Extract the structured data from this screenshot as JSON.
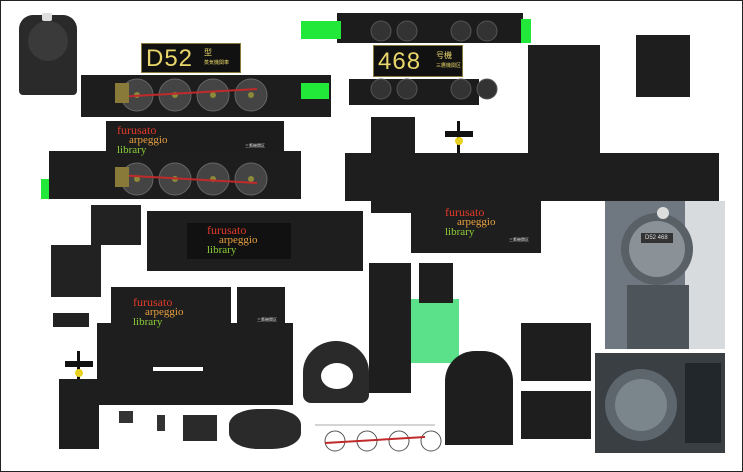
{
  "plates": {
    "class_left": {
      "number": "D52",
      "kanji_top": "型",
      "kanji_bottom": "蒸気機関車"
    },
    "number_right": {
      "number": "468",
      "kanji_top": "号機",
      "kanji_bottom": "三鷹機関区"
    }
  },
  "logos": {
    "line1": "furusato",
    "line2": "arpeggio",
    "line3": "library"
  },
  "tags": {
    "depot": "三鷹機関区"
  },
  "photo_front": {
    "plate_text": "D52 468"
  },
  "colors": {
    "body": "#222222",
    "tab_green": "#22e83a",
    "panel_green": "#5be18a",
    "plate_gold": "#e8d66a",
    "rod_red": "#c02a2a",
    "wheel_gold": "#8a8a3a"
  }
}
